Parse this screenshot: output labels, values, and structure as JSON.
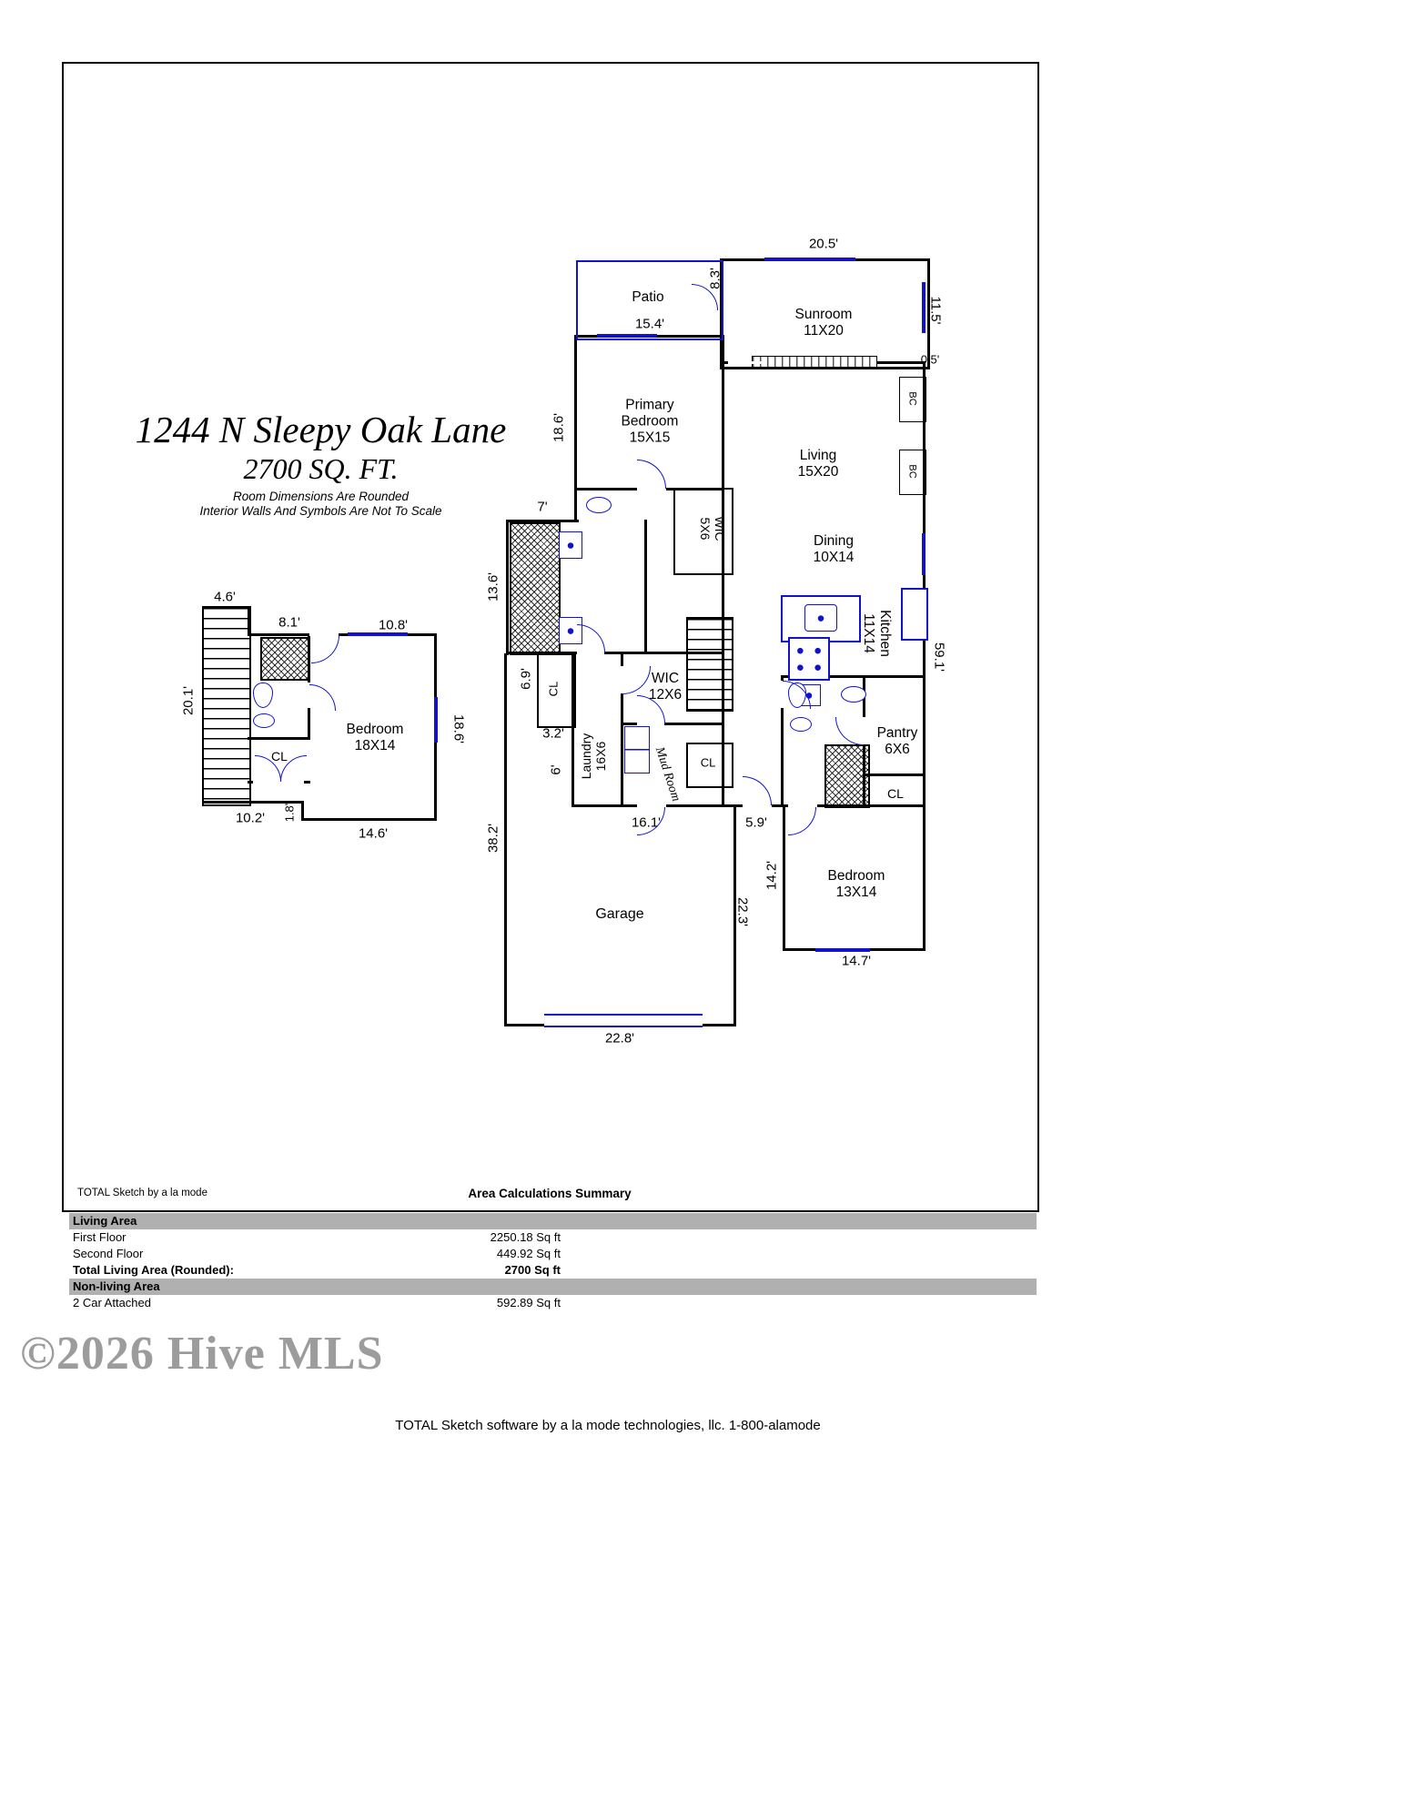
{
  "title_block": {
    "address": "1244 N Sleepy Oak Lane",
    "square_footage": "2700 SQ. FT.",
    "note_line1": "Room Dimensions Are Rounded",
    "note_line2": "Interior Walls And Symbols Are Not To Scale"
  },
  "rooms": {
    "patio": "Patio",
    "sunroom": "Sunroom",
    "sunroom_size": "11X20",
    "primary_bedroom": "Primary Bedroom",
    "primary_bedroom_size": "15X15",
    "living": "Living",
    "living_size": "15X20",
    "dining": "Dining",
    "dining_size": "10X14",
    "kitchen": "Kitchen",
    "kitchen_size": "11X14",
    "wic_small": "WIC",
    "wic_small_size": "5X6",
    "wic": "WIC",
    "wic_size": "12X6",
    "pantry": "Pantry",
    "pantry_size": "6X6",
    "laundry": "Laundry",
    "laundry_size": "16X6",
    "mud_room": "Mud Room",
    "bedroom_13": "Bedroom",
    "bedroom_13_size": "13X14",
    "bedroom_18": "Bedroom",
    "bedroom_18_size": "18X14",
    "garage": "Garage",
    "closet": "CL",
    "bookcase": "BC"
  },
  "dims": {
    "sunroom_width": "20.5'",
    "patio_depth": "8.3'",
    "patio_width": "15.4'",
    "sunroom_depth": "11.5'",
    "sunroom_offset": "0.5'",
    "primary_side": "18.6'",
    "bath_top": "7'",
    "bath_side": "13.6'",
    "right_side": "59.1'",
    "hall_side": "6.9'",
    "hall_width": "3.2'",
    "wall_six": "6'",
    "garage_side": "38.2'",
    "mudroom_width": "16.1'",
    "entry_width": "5.9'",
    "bedroom13_side": "14.2'",
    "garage_right_side": "22.3'",
    "bedroom13_width": "14.7'",
    "garage_width": "22.8'",
    "stairs_width": "4.6'",
    "bath2_width": "8.1'",
    "bedroom18_top": "10.8'",
    "stairs_side": "20.1'",
    "bedroom18_side": "18.6'",
    "second_bottom_left": "10.2'",
    "second_step": "1.8'",
    "bedroom18_bottom": "14.6'"
  },
  "summary": {
    "credit": "TOTAL Sketch by a la mode",
    "title": "Area Calculations Summary",
    "sections": [
      {
        "header": "Living Area",
        "rows": [
          {
            "label": "First Floor",
            "value": "2250.18 Sq ft"
          },
          {
            "label": "Second Floor",
            "value": "449.92 Sq ft"
          },
          {
            "label": "Total Living Area (Rounded):",
            "value": "2700 Sq ft"
          }
        ]
      },
      {
        "header": "Non-living Area",
        "rows": [
          {
            "label": "2 Car Attached",
            "value": "592.89 Sq ft"
          }
        ]
      }
    ]
  },
  "watermark": "©2026 Hive MLS",
  "footer": "TOTAL Sketch software by a la mode technologies, llc. 1-800-alamode",
  "colors": {
    "wall": "#000000",
    "fixture_blue": "#1212cc",
    "table_band_gray": "#b0b0b0",
    "watermark_gray": "#9c9c9c"
  }
}
